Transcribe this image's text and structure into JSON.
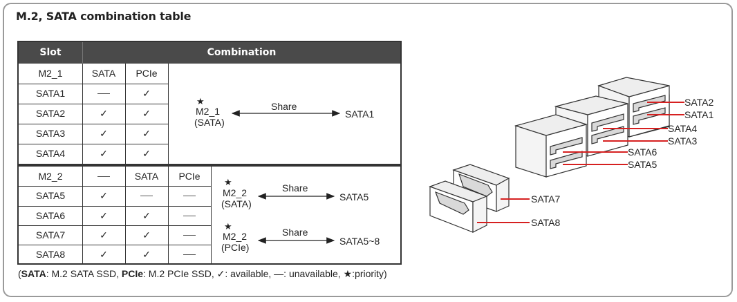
{
  "title": "M.2, SATA combination table",
  "table": {
    "header": {
      "slot": "Slot",
      "combination": "Combination"
    },
    "group1": {
      "top_row": [
        "M2_1",
        "SATA",
        "PCIe"
      ],
      "rows": [
        {
          "slot": "SATA1",
          "c1": "—",
          "c2": "✓"
        },
        {
          "slot": "SATA2",
          "c1": "✓",
          "c2": "✓"
        },
        {
          "slot": "SATA3",
          "c1": "✓",
          "c2": "✓"
        },
        {
          "slot": "SATA4",
          "c1": "✓",
          "c2": "✓"
        }
      ],
      "share": {
        "star": "★",
        "src_line1": "M2_1",
        "src_line2": "(SATA)",
        "label": "Share",
        "target": "SATA1"
      }
    },
    "group2": {
      "top_row": [
        "M2_2",
        "—",
        "SATA",
        "PCIe"
      ],
      "rows": [
        {
          "slot": "SATA5",
          "c1": "✓",
          "c2": "—",
          "c3": "—"
        },
        {
          "slot": "SATA6",
          "c1": "✓",
          "c2": "✓",
          "c3": "—"
        },
        {
          "slot": "SATA7",
          "c1": "✓",
          "c2": "✓",
          "c3": "—"
        },
        {
          "slot": "SATA8",
          "c1": "✓",
          "c2": "✓",
          "c3": "—"
        }
      ],
      "share1": {
        "star": "★",
        "src_line1": "M2_2",
        "src_line2": "(SATA)",
        "label": "Share",
        "target": "SATA5"
      },
      "share2": {
        "star": "★",
        "src_line1": "M2_2",
        "src_line2": "(PCIe)",
        "label": "Share",
        "target": "SATA5~8"
      }
    }
  },
  "note": {
    "open": "(",
    "sata_key": "SATA",
    "sata_text": ": M.2 SATA SSD, ",
    "pcie_key": "PCIe",
    "pcie_text": ": M.2 PCIe SSD, ✓: available, ",
    "dash": "—",
    "unavail_text": ": unavailable, ",
    "star": "★",
    "priority_text": ":priority)"
  },
  "diagram": {
    "labels": [
      "SATA2",
      "SATA1",
      "SATA4",
      "SATA3",
      "SATA6",
      "SATA5",
      "SATA7",
      "SATA8"
    ],
    "accent": "#d62020"
  }
}
